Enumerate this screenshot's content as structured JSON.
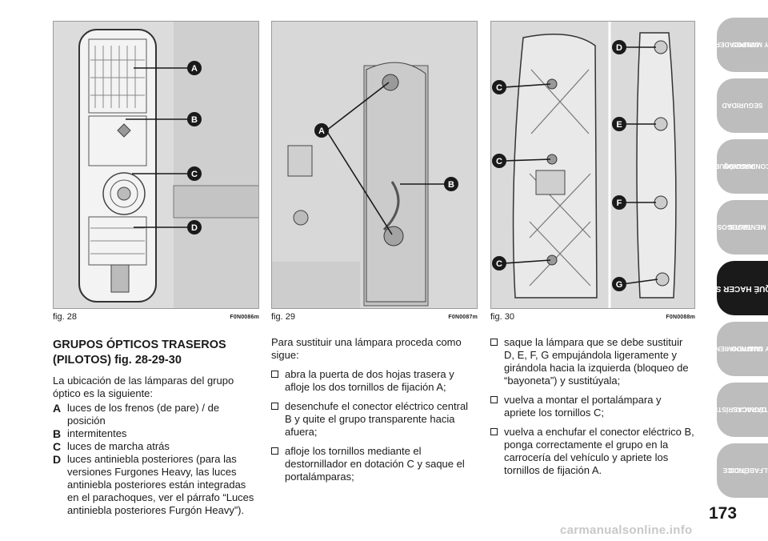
{
  "figures": [
    {
      "label": "fig. 28",
      "code": "F0N0086m",
      "callouts": [
        "A",
        "B",
        "C",
        "D"
      ]
    },
    {
      "label": "fig. 29",
      "code": "F0N0087m",
      "callouts": [
        "A",
        "B"
      ]
    },
    {
      "label": "fig. 30",
      "code": "F0N0088m",
      "callouts": [
        "C",
        "C",
        "C",
        "D",
        "E",
        "F",
        "G"
      ]
    }
  ],
  "section": {
    "title_line1": "GRUPOS ÓPTICOS TRASEROS",
    "title_line2": "(PILOTOS) fig. 28-29-30",
    "intro": "La ubicación de las lámparas del grupo óptico es la siguiente:",
    "items": [
      {
        "letter": "A",
        "text": "luces de los frenos (de pare) / de posición"
      },
      {
        "letter": "B",
        "text": "intermitentes"
      },
      {
        "letter": "C",
        "text": "luces de marcha atrás"
      },
      {
        "letter": "D",
        "text": "luces antiniebla posteriores (para las versiones Furgones Heavy, las luces antiniebla posteriores están integradas en el parachoques, ver el párrafo “Luces antiniebla posteriores Furgón Heavy”)."
      }
    ]
  },
  "procedure": {
    "intro": "Para sustituir una lámpara proceda como sigue:",
    "steps": [
      "abra la puerta de dos hojas trasera y afloje los dos tornillos de fijación A;",
      "desenchufe el conector eléctrico central B y quite el grupo transparente hacia afuera;",
      "afloje los tornillos mediante el destornillador en dotación C y saque el portalámparas;",
      "saque la lámpara que se debe sustituir D, E, F, G empujándola ligeramente y girándola hacia la izquierda (bloqueo de “bayoneta”) y sustitúyala;",
      "vuelva a montar el portalámpara y apriete los tornillos C;",
      "vuelva a enchufar el conector eléctrico B, ponga correctamente el grupo en la carrocería del vehículo y apriete los tornillos de fijación A."
    ]
  },
  "tabs": [
    {
      "label_line1": "SALPICADERO",
      "label_line2": "Y MANDOS"
    },
    {
      "label_line1": "SEGURIDAD",
      "label_line2": ""
    },
    {
      "label_line1": "ARRANQUE",
      "label_line2": "Y CONDUCCIÓN"
    },
    {
      "label_line1": "TESTIGOS",
      "label_line2": "Y MENSAJES"
    },
    {
      "label_line1": "QUÉ HACER SI",
      "label_line2": "",
      "active": true
    },
    {
      "label_line1": "MANTENIMIENTO",
      "label_line2": "Y CUIDADO"
    },
    {
      "label_line1": "CARACTERÍSTICAS",
      "label_line2": "TÉCNICAS"
    },
    {
      "label_line1": "ÍNDICE",
      "label_line2": "ALFABÉTICO"
    }
  ],
  "page_number": "173",
  "watermark": "carmanualsonline.info"
}
